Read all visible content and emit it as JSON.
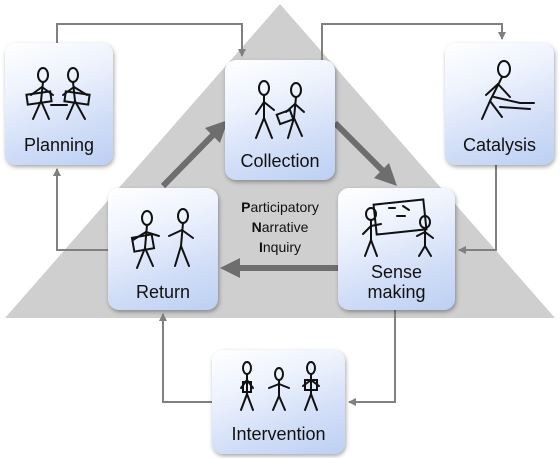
{
  "diagram": {
    "center_title": [
      {
        "initial": "P",
        "rest": "articipatory"
      },
      {
        "initial": "N",
        "rest": "arrative"
      },
      {
        "initial": "I",
        "rest": "nquiry"
      }
    ],
    "nodes": {
      "planning": "Planning",
      "collection": "Collection",
      "catalysis": "Catalysis",
      "return": "Return",
      "sense_making": [
        "Sense",
        "making"
      ],
      "intervention": "Intervention"
    },
    "colors": {
      "triangle": "#cfcfcf",
      "inner_arrow": "#6e6e6e",
      "outer_connector": "#808080",
      "node_fill_light": "#eef3fd",
      "node_fill_dark": "#bcd0f3"
    }
  }
}
